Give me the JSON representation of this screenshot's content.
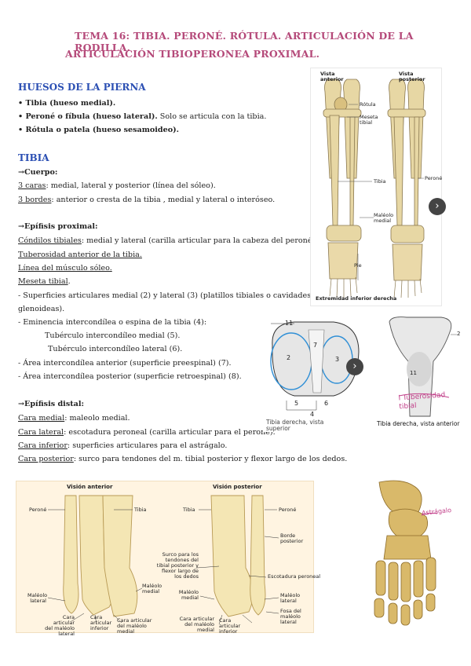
{
  "title": {
    "line1": "TEMA 16: TIBIA. PERONÉ. RÓTULA. ARTICULACIÓN DE LA RODILLA.",
    "line2": "ARTICULACIÓN TIBIOPERONEA PROXIMAL."
  },
  "huesos": {
    "heading": "HUESOS DE LA PIERNA",
    "b1": "• Tibia (hueso medial).",
    "b2_bold": "• Peroné o fíbula (hueso lateral).",
    "b2_rest": " Solo se articula con la tibia.",
    "b3": "• Rótula o patela (hueso sesamoideo)."
  },
  "tibia": {
    "heading": "TIBIA",
    "cuerpo": "→Cuerpo:",
    "caras_u": "3 caras",
    "caras_t": ": medial, lateral y posterior (línea del sóleo).",
    "bordes_u": "3 bordes",
    "bordes_t": ": anterior o cresta de la tibia , medial y lateral o interóseo.",
    "prox": "→Epífisis proximal:",
    "condilos_u": "Cóndilos tibiales",
    "condilos_t": ": medial y lateral (carilla articular para la cabeza del peroné).",
    "tuberosidad": "Tuberosidad anterior de la tibia.",
    "linea": "Línea del músculo sóleo.",
    "meseta_u": "Meseta tibial",
    "meseta_t": ".",
    "sup1": "- Superficies articulares medial (2) y lateral (3) (platillos tibiales o cavidades",
    "sup2": "glenoideas).",
    "emin": "- Eminencia intercondílea o espina de la tibia (4):",
    "tub_med": "Tubérculo intercondíleo medial (5).",
    "tub_lat": "Tubérculo intercondíleo lateral (6).",
    "area_ant": "- Área intercondílea anterior (superficie preespinal) (7).",
    "area_post": "- Área intercondílea posterior (superficie retroespinal) (8).",
    "dist": "→Epífisis distal:",
    "medial_u": "Cara medial",
    "medial_t": ": maleolo medial.",
    "lateral_u": "Cara lateral",
    "lateral_t": ": escotadura peroneal (carilla articular para el peroné).",
    "inferior_u": "Cara inferior",
    "inferior_t": ": superficies articulares para el astrágalo.",
    "posterior_u": "Cara posterior",
    "posterior_t": ": surco para tendones del m. tibial posterior y flexor largo de los dedos."
  },
  "fig_leg": {
    "vista_anterior": "Vista anterior",
    "vista_posterior": "Vista posterior",
    "rotula": "Rótula",
    "meseta": "Meseta tibial",
    "tibia": "Tibia",
    "perone": "Peroné",
    "maleolo": "Maléolo medial",
    "pie": "Pie",
    "caption": "Extremidad inferior derecha"
  },
  "fig_meseta": {
    "caption": "Tibia derecha, vista superior",
    "n11": "11",
    "n2": "2",
    "n3": "3",
    "n4": "4",
    "n5": "5",
    "n6": "6",
    "n7": "7"
  },
  "fig_tibia_ant": {
    "caption": "Tibia derecha, vista anterior",
    "n2": "2",
    "n11": "11",
    "hand": "I Tuberosidad tibial"
  },
  "fig_distal": {
    "vision_anterior": "Visión anterior",
    "vision_posterior": "Visión posterior",
    "perone": "Peroné",
    "tibia": "Tibia",
    "maleolo_lateral": "Maléolo lateral",
    "maleolo_medial": "Maléolo medial",
    "cara_inferior": "Cara articular inferior",
    "cara_lateral": "Cara articular del maléolo lateral",
    "cara_medial": "Cara articular del maléolo medial",
    "tibia2": "Tibia",
    "perone2": "Peroné",
    "borde_posterior": "Borde posterior",
    "surco": "Surco para los tendones del tibial posterior y flexor largo de los dedos",
    "escotadura": "Escotadura peroneal",
    "maleolo_medial2": "Maléolo medial",
    "maleolo_lateral2": "Maléolo lateral",
    "fosa": "Fosa del maléolo lateral",
    "cara_inferior2": "Cara articular inferior",
    "cara_medial2": "Cara articular del maléolo medial"
  },
  "fig_foot": {
    "hand": "Astrágalo"
  },
  "nav": {
    "arrow": "›"
  }
}
